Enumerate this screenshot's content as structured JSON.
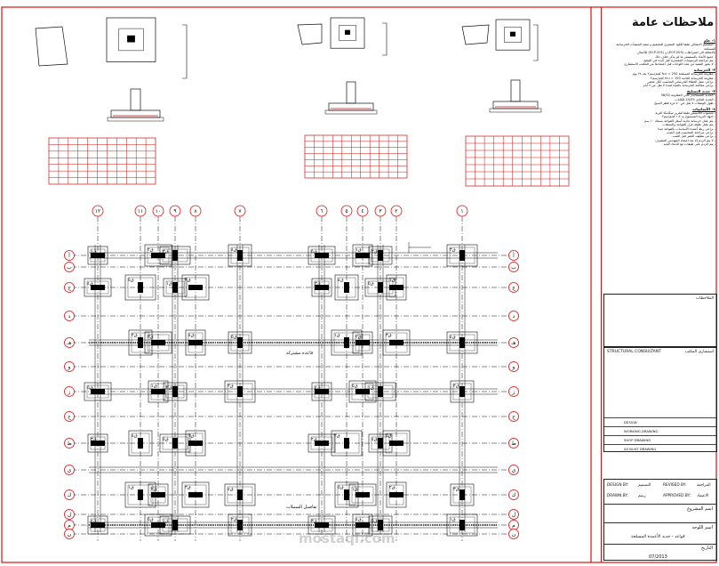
{
  "panel": {
    "title": "ملاحظات عامة",
    "sections": [
      {
        "heading": "١- عام",
        "lines": [
          "- التصميم الانشائي طبقا للكود المصري للتصميم و تنفيذ المنشآت الخرسانية المسلحة",
          "بالاضافة الى اشتراطات (ECP-203) و (ECP-201) للأحمال",
          "- جميع الأبعاد بالسنتيمتر ما لم يذكر خلاف ذلك",
          "- يتم مراجعة الرسومات المعمارية قبل البدء في التنفيذ",
          "- لا يجوز التنفيذ من هذه اللوحات قبل اعتمادها من المكتب الاستشاري"
        ]
      },
      {
        "heading": "٢- الخرسانة",
        "lines": [
          "- مقاومة الخرسانة المسلحة fcu = 250 كجم/سم٢ بعد ٢٨ يوم",
          "- مقاومة الخرسانة العادية fcu = 150 كجم/سم٢",
          "- يراعى عمل الغطاء الخرساني المناسب لكل عنصر",
          "- يراعى معالجة الخرسانة بالمياه لمدة لا تقل عن ٧ أيام"
        ]
      },
      {
        "heading": "٣- حديد التسليح",
        "lines": [
          "- الحديد المستخدم عالي المقاومة 36/52",
          "- الحديد العادي 24/35 للكانات",
          "- طول الوصلات لا يقل عن ٤٠ مرة قطر السيخ"
        ]
      },
      {
        "heading": "٤- الأساسات",
        "lines": [
          "- منسوب التأسيس طبقا لتقرير ميكانيكا التربة",
          "- إجهاد التربة المسموح به ١.٢ كجم/سم٢",
          "- يتم عمل خرسانة عادية أسفل القواعد بسمك ١٠ سم",
          "- يتم عمل طبقة عزل للقواعد والسملات",
          "- يراعى ربط أعمدة الأساسات بالقواعد جيدا",
          "- يراعى مراجعة المناسيب قبل الصب",
          "- يراعى تنظيف الحفر قبل الصب",
          "- لا يتم الردم إلا بعد اعتماد المهندس المشرف",
          "- يتم الردم على طبقات مع الدمك الجيد"
        ]
      }
    ],
    "remarks_label": "الملاحظات",
    "consultant_ar": "استشاري المكتب",
    "consultant_en": "STRUCTURAL CONSULTANT",
    "drawing_types": [
      "DESIGN",
      "WORKING DRAWING",
      "SHOP DRAWING",
      "AS BUILT DRAWING"
    ],
    "design_by": "DESIGN BY:",
    "design_by_ar": "التصميم",
    "revised_by": "REVISED BY:",
    "revised_by_ar": "المراجعة",
    "drawn_by": "DRAWN BY:",
    "drawn_by_ar": "رسم",
    "approved_by": "APPROVED BY:",
    "approved_by_ar": "الاعتماد",
    "project_label": "اسم المشروع",
    "sheet_label": "اسم اللوحة",
    "sheet_name": "قواعد - حديد الأعمدة المسلحة",
    "date_label": "التاريخ",
    "date": "07/2013"
  },
  "plan": {
    "grid_columns": [
      "١٢",
      "١١",
      "١٠",
      "٩",
      "٨",
      "٧",
      "٦",
      "٥",
      "٤",
      "٣",
      "٢",
      "١"
    ],
    "grid_rows": [
      "أ",
      "ب",
      "ج",
      "د",
      "هـ",
      "و",
      "ز",
      "ح",
      "ط",
      "ي",
      "ك",
      "ل",
      "م",
      "ن"
    ],
    "footing_labels": [
      "ق١",
      "ق٢",
      "ق٣",
      "ق٤",
      "ق٥"
    ],
    "notes_center": "قاعدة مشتركة",
    "footer_note": "تفاصيل السملات"
  },
  "tables": [
    {
      "title": "جدول القواعد"
    },
    {
      "title": "جدول القواعد"
    },
    {
      "title": "جدول القواعد"
    }
  ],
  "watermark": "mostaql.com",
  "colors": {
    "border": "#dd1111",
    "grid": "#111111",
    "column": "#000000",
    "table_red": "#cc1111"
  }
}
